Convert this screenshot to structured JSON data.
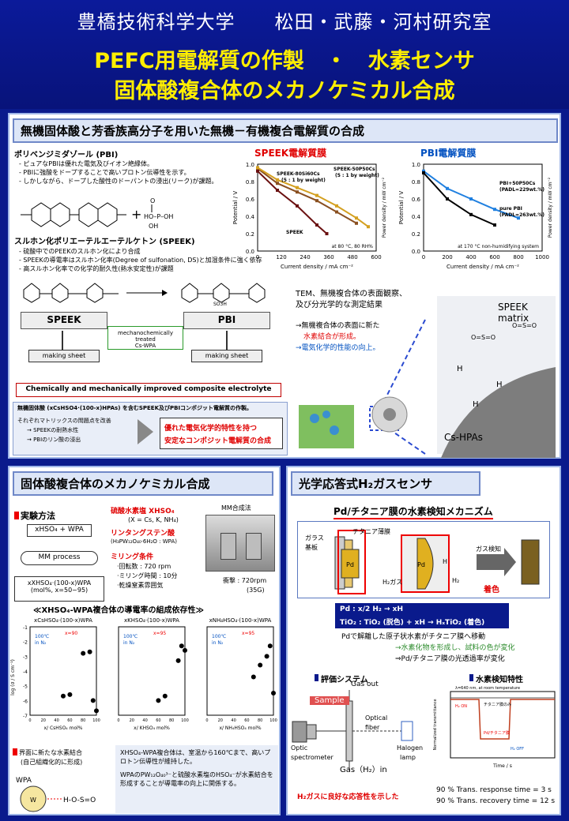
{
  "header": {
    "lab": "豊橋技術科学大学　　松田・武藤・河村研究室",
    "title1": "PEFC用電解質の作製　・　水素センサ",
    "title2": "固体酸複合体のメカノケミカル合成"
  },
  "top": {
    "title": "無機固体酸と芳香族高分子を用いた無機－有機複合電解質の合成",
    "pbi_h": "ポリベンジミダゾール (PBI)",
    "pbi_l1": "- ピュアなPBIは優れた電気及びイオン絶縁体。",
    "pbi_l2": "- PBIに強酸をドープすることで高いプロトン伝導性を示す。",
    "pbi_l3": "- しかしながら、ドープした酸性のドーパントの浸出(リーク)が課題。",
    "speek_h": "スルホン化ポリエーテルエーテルケトン (SPEEK)",
    "speek_l1": "- 硫酸中でのPEEKのスルホン化により合成",
    "speek_l2": "- SPEEKの導電率はスルホン化率(Degree of sulfonation, DS)と加湿条件に強く依存",
    "speek_l3": "- 高スルホン化率での化学的耐久性(熱水安定性)が課題",
    "speek_box": "SPEEK",
    "pbi_box": "PBI",
    "mech1": "mechanochemically treated",
    "mech2": "Cs-WPA",
    "making": "making sheet",
    "improved": "Chemically and mechanically improved composite electrolyte",
    "b1": "無機固体酸 (xCsHSO4·(100-x)HPAs) を含むSPEEK及びPBIコンポジット電解質の作製。",
    "b2": "それぞれマトリックスの問題点を改善",
    "b3": "→ SPEEKの耐熱水性",
    "b4": "→ PBIのリン酸の浸出",
    "res1": "優れた電気化学的特性を持つ",
    "res2": "安定なコンポジット電解質の合成",
    "speek_chart": "SPEEK電解質膜",
    "pbi_chart": "PBI電解質膜",
    "speek_lbl1": "SPEEK-80Si60Cs",
    "speek_lbl1b": "(5 : 1 by weight)",
    "speek_lbl2": "SPEEK-50P50Cs",
    "speek_lbl2b": "(5 : 1 by weight)",
    "speek_lbl3": "SPEEK",
    "speek_cond": "at 80 °C, 80 RH%",
    "pbi_lbl1": "PBI+50P50Cs",
    "pbi_lbl1b": "(PADL=229wt.%)",
    "pbi_lbl2": "pure PBI",
    "pbi_lbl2b": "(PADL=263wt.%)",
    "pbi_cond": "at 170 °C non-humidifying system",
    "xlab": "Current density / mA cm⁻²",
    "ylab": "Potential / V",
    "ylab2": "Power density / mW cm⁻²",
    "tem1": "TEM、無機複合体の表面観察、",
    "tem2": "及び分光学的な測定結果",
    "tem3": "→無機複合体の表面に新た",
    "tem4": "水素結合が形成。",
    "tem5": "→電気化学的性能の向上。",
    "matrix": "SPEEK matrix",
    "cshpa": "Cs-HPAs",
    "hplus": "H⁺"
  },
  "left": {
    "title": "固体酸複合体のメカノケミカル合成",
    "method": "実験方法",
    "mix": "xHSO₄ + WPA",
    "mm": "MM process",
    "prod1": "xXHSO₄·(100-x)WPA",
    "prod2": "(mol%, x=50~95)",
    "r1": "硫酸水素塩 XHSO₄",
    "r1b": "(X = Cs, K, NH₄)",
    "r2": "リンタングステン酸",
    "r2b": "(H₃PW₁₂O₄₀·6H₂O : WPA)",
    "r3": "ミリング条件",
    "r3a": "·回転数 : 720 rpm",
    "r3b": "·ミリング時間 : 10分",
    "r3c": "·乾燥窒素雰囲気",
    "mmlab": "MM合成法",
    "impact1": "衝撃 : 720rpm",
    "impact2": "(35G)",
    "ctitle": "≪XHSO₄-WPA複合体の導電率の組成依存性≫",
    "pl1": "xCsHSO₄·(100-x)WPA",
    "pl2": "xKHSO₄·(100-x)WPA",
    "pl3": "xNH₄HSO₄·(100-x)WPA",
    "temp": "100℃",
    "inn2": "in N₂",
    "x90": "x=90",
    "x95": "x=95",
    "x95b": "x=95",
    "xl1": "x/ CsHSO₄ mol%",
    "xl2": "x/ KHSO₄ mol%",
    "xl3": "x/ NH₄HSO₄ mol%",
    "yl": "log (σ / S cm⁻¹)",
    "hb1": "界面に新たな水素結合",
    "hb2": "(自己組織化的に形成)",
    "wpa": "WPA",
    "c1": "XHSO₄-WPA複合体は、室温から160℃まで、高いプロトン伝導性が維持した。",
    "c2": "WPAのPW₁₂O₄₀³⁻と硫酸水素塩のHSO₄⁻が水素結合を形成することが導電率の向上に関係する。"
  },
  "right": {
    "title": "光学応答式H₂ガスセンサ",
    "mech": "Pd/チタニア膜の水素検知メカニズム",
    "glass": "ガラス",
    "sub": "基板",
    "titania": "チタニア薄膜",
    "pd": "Pd",
    "h2gas": "H₂ガス",
    "h": "H",
    "h2": "H₂",
    "detect": "ガス検知",
    "color": "着色",
    "eq1": "Pd : x/2 H₂ → xH",
    "eq2": "TiO₂ : TiO₂ (脱色) + xH → HₓTiO₂ (着色)",
    "d1": "Pdで解離した原子状水素がチタニア膜へ移動",
    "d2": "→水素化物を形成し、試料の色が変化",
    "d3": "⇒Pd/チタニア膜の光透過率が変化",
    "eval": "評価システム",
    "char": "水素検知特性",
    "gasout": "Gas out",
    "sample": "Sample",
    "optic": "Optic",
    "spectro": "spectrometer",
    "fiber1": "Optical",
    "fiber2": "fiber",
    "halogen1": "Halogen",
    "halogen2": "lamp",
    "gasin": "Gas（H₂）in",
    "wl": "λ=640 nm, at room temperature",
    "h2on": "H₂ ON",
    "h2off": "H₂ OFF",
    "ref": "チタニア膜のみ",
    "pdt": "Pd/チタニア膜",
    "timel": "Time / s",
    "ntl": "Normalized transmittance",
    "good": "H₂ガスに良好な応答性を示した",
    "resp": "90 % Trans. response time =  3 s",
    "recov": "90 % Trans. recovery time =  12 s"
  },
  "chart_data": [
    {
      "type": "line",
      "title": "SPEEK電解質膜",
      "xlabel": "Current density / mA cm⁻²",
      "ylabel": "Potential / V",
      "xlim": [
        0,
        600
      ],
      "ylim": [
        0,
        1.0
      ],
      "series": [
        {
          "name": "SPEEK-80Si60Cs",
          "x": [
            0,
            100,
            200,
            300,
            400,
            500
          ],
          "values": [
            0.95,
            0.78,
            0.68,
            0.58,
            0.45,
            0.32
          ]
        },
        {
          "name": "SPEEK-50P50Cs",
          "x": [
            0,
            100,
            200,
            300,
            400,
            500,
            560
          ],
          "values": [
            0.96,
            0.82,
            0.73,
            0.64,
            0.52,
            0.38,
            0.28
          ]
        },
        {
          "name": "SPEEK",
          "x": [
            0,
            100,
            200,
            300,
            350
          ],
          "values": [
            0.92,
            0.7,
            0.52,
            0.3,
            0.2
          ]
        }
      ]
    },
    {
      "type": "line",
      "title": "PBI電解質膜",
      "xlabel": "Current density / mA cm⁻²",
      "ylabel": "Potential / V",
      "xlim": [
        0,
        1000
      ],
      "ylim": [
        0,
        1.0
      ],
      "series": [
        {
          "name": "PBI+50P50Cs",
          "x": [
            0,
            200,
            400,
            600,
            800
          ],
          "values": [
            0.92,
            0.72,
            0.6,
            0.48,
            0.38
          ]
        },
        {
          "name": "pure PBI",
          "x": [
            0,
            200,
            400,
            600
          ],
          "values": [
            0.9,
            0.6,
            0.42,
            0.3
          ]
        }
      ]
    },
    {
      "type": "scatter",
      "title": "xCsHSO₄·(100-x)WPA",
      "xlim": [
        0,
        100
      ],
      "ylim": [
        -7,
        -1
      ],
      "x": [
        50,
        60,
        80,
        90,
        95,
        100
      ],
      "values": [
        -5.7,
        -5.6,
        -2.8,
        -2.7,
        -6.0,
        -6.7
      ]
    },
    {
      "type": "scatter",
      "title": "xKHSO₄·(100-x)WPA",
      "xlim": [
        0,
        100
      ],
      "ylim": [
        -7,
        -1
      ],
      "x": [
        60,
        70,
        90,
        95,
        100
      ],
      "values": [
        -6.0,
        -5.7,
        -3.3,
        -2.3,
        -2.6
      ]
    },
    {
      "type": "scatter",
      "title": "xNH₄HSO₄·(100-x)WPA",
      "xlim": [
        0,
        100
      ],
      "ylim": [
        -7,
        -1
      ],
      "x": [
        70,
        80,
        90,
        95,
        100
      ],
      "values": [
        -4.4,
        -3.6,
        -3.0,
        -2.3,
        -5.5
      ]
    }
  ]
}
